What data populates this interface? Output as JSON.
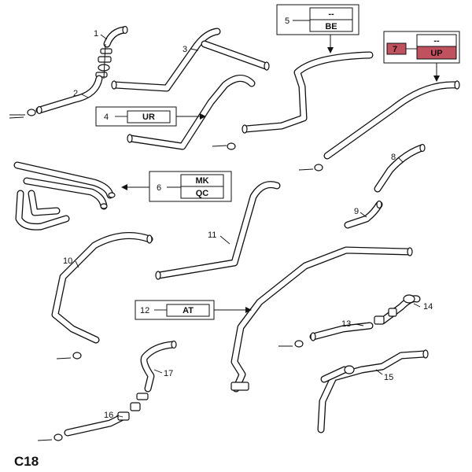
{
  "figure": {
    "label": "C18"
  },
  "parts": [
    {
      "number": "1"
    },
    {
      "number": "2"
    },
    {
      "number": "3"
    },
    {
      "number": "8"
    },
    {
      "number": "9"
    },
    {
      "number": "10"
    },
    {
      "number": "11"
    },
    {
      "number": "13"
    },
    {
      "number": "14"
    },
    {
      "number": "15"
    },
    {
      "number": "16"
    },
    {
      "number": "17"
    }
  ],
  "callouts": [
    {
      "number": "5",
      "codes": [
        "--",
        "BE"
      ],
      "highlighted": false
    },
    {
      "number": "7",
      "codes": [
        "--",
        "UP"
      ],
      "highlighted": true
    },
    {
      "number": "4",
      "codes": [
        "UR"
      ],
      "highlighted": false
    },
    {
      "number": "6",
      "codes": [
        "MK",
        "QC"
      ],
      "highlighted": false
    },
    {
      "number": "12",
      "codes": [
        "AT"
      ],
      "highlighted": false
    }
  ],
  "colors": {
    "line": "#111111",
    "highlight": "#c0515e",
    "background": "#ffffff"
  }
}
